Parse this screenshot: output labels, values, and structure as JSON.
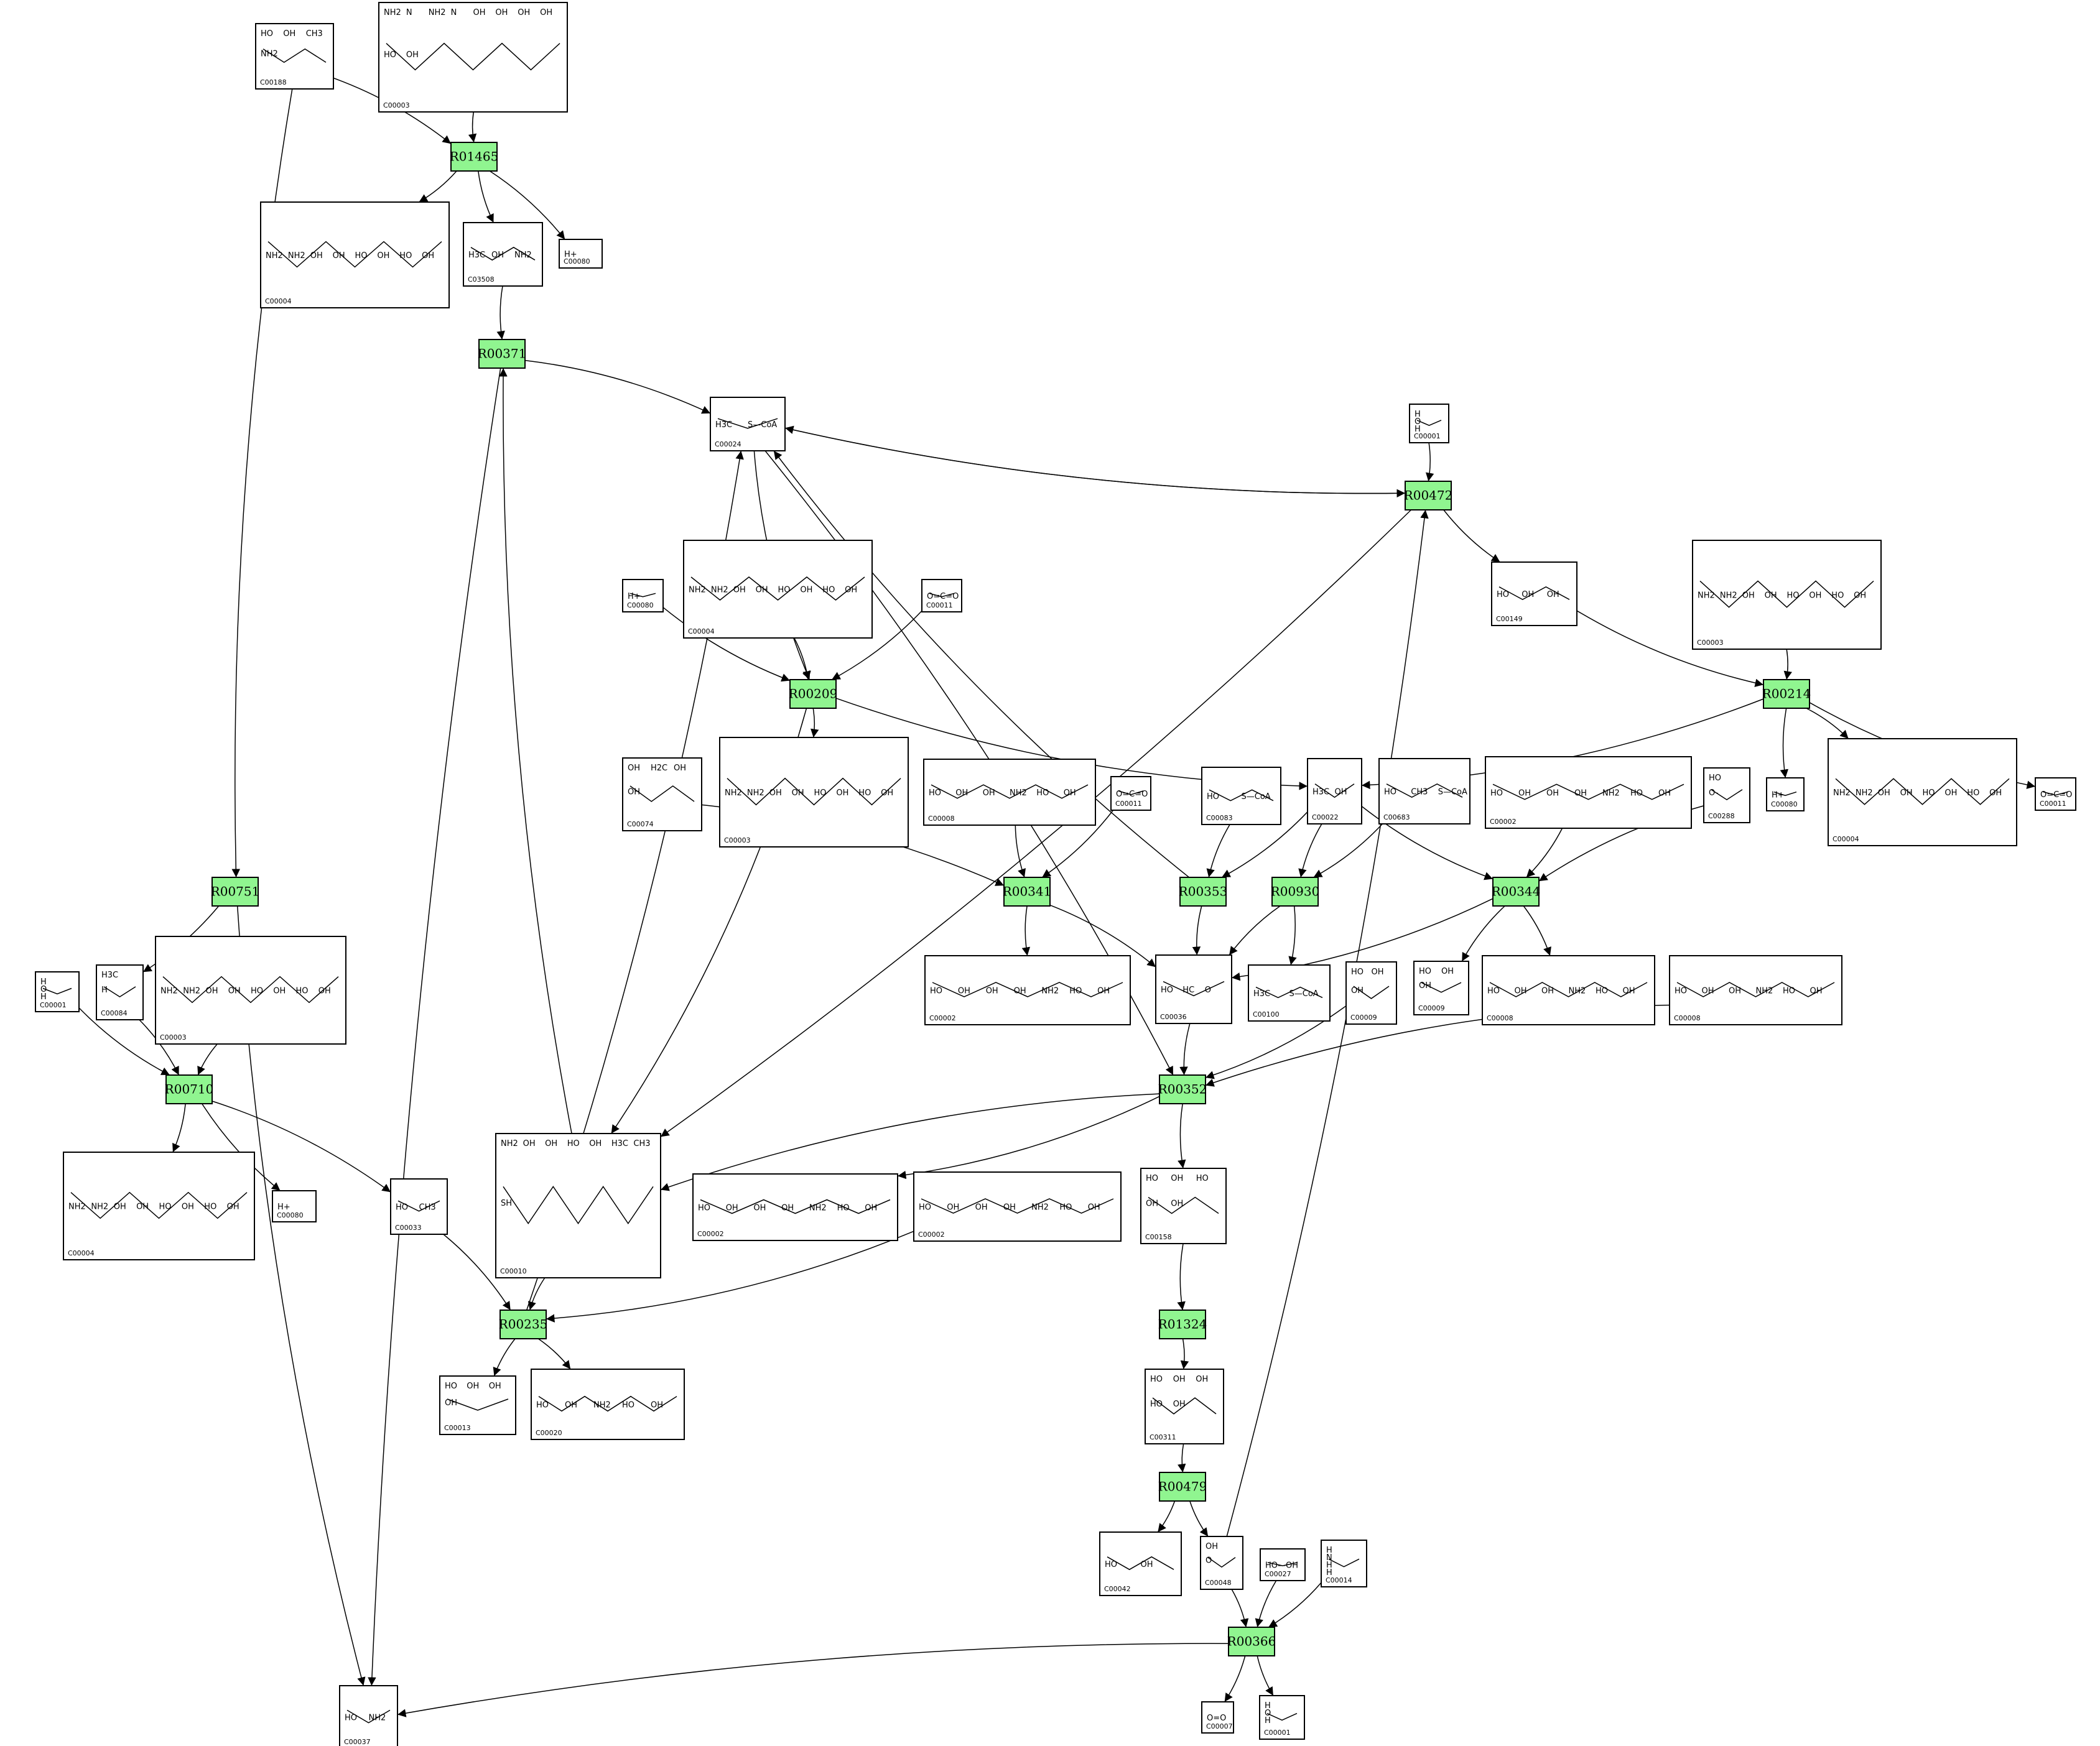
{
  "diagram": {
    "type": "metabolic-pathway",
    "reaction_color": "#90f590",
    "reactions": [
      "R01465",
      "R00371",
      "R00472",
      "R00209",
      "R00214",
      "R00751",
      "R00341",
      "R00353",
      "R00930",
      "R00344",
      "R00710",
      "R00352",
      "R00235",
      "R01324",
      "R00479",
      "R00366"
    ],
    "compounds": [
      {
        "id": "c188",
        "label": "C00188",
        "formula": [
          "HO",
          "OH",
          "CH3",
          "NH2"
        ]
      },
      {
        "id": "c003a",
        "label": "C00003",
        "formula": [
          "NH2",
          "N",
          "NH2",
          "N",
          "OH",
          "OH",
          "OH",
          "OH",
          "HO",
          "OH"
        ]
      },
      {
        "id": "c004a",
        "label": "C00004",
        "formula": [
          "NH2",
          "NH2",
          "OH",
          "OH",
          "HO",
          "OH",
          "HO",
          "OH"
        ]
      },
      {
        "id": "c3508",
        "label": "C03508",
        "formula": [
          "H3C",
          "OH",
          "NH2"
        ]
      },
      {
        "id": "c080a",
        "label": "C00080",
        "formula": [
          "H+"
        ]
      },
      {
        "id": "c024",
        "label": "C00024",
        "formula": [
          "H3C",
          "S—CoA"
        ]
      },
      {
        "id": "c001a",
        "label": "C00001",
        "formula": [
          "H",
          "O",
          "H"
        ]
      },
      {
        "id": "c004b",
        "label": "C00004",
        "formula": [
          "NH2",
          "NH2",
          "OH",
          "OH",
          "HO",
          "OH",
          "HO",
          "OH"
        ]
      },
      {
        "id": "c080b",
        "label": "C00080",
        "formula": [
          "H+"
        ]
      },
      {
        "id": "c011a",
        "label": "C00011",
        "formula": [
          "O=C=O"
        ]
      },
      {
        "id": "c149",
        "label": "C00149",
        "formula": [
          "HO",
          "OH",
          "OH"
        ]
      },
      {
        "id": "c003b",
        "label": "C00003",
        "formula": [
          "NH2",
          "NH2",
          "OH",
          "OH",
          "HO",
          "OH",
          "HO",
          "OH"
        ]
      },
      {
        "id": "c074",
        "label": "C00074",
        "formula": [
          "OH",
          "H2C",
          "OH",
          "OH"
        ]
      },
      {
        "id": "c003c",
        "label": "C00003",
        "formula": [
          "NH2",
          "NH2",
          "OH",
          "OH",
          "HO",
          "OH",
          "HO",
          "OH"
        ]
      },
      {
        "id": "c008a",
        "label": "C00008",
        "formula": [
          "HO",
          "OH",
          "OH",
          "NH2",
          "HO",
          "OH"
        ]
      },
      {
        "id": "c011b",
        "label": "C00011",
        "formula": [
          "O=C=O"
        ]
      },
      {
        "id": "c083",
        "label": "C00083",
        "formula": [
          "HO",
          "S—CoA"
        ]
      },
      {
        "id": "c022",
        "label": "C00022",
        "formula": [
          "H3C",
          "OH"
        ]
      },
      {
        "id": "c683",
        "label": "C00683",
        "formula": [
          "HO",
          "CH3",
          "S—CoA"
        ]
      },
      {
        "id": "c002a",
        "label": "C00002",
        "formula": [
          "HO",
          "OH",
          "OH",
          "OH",
          "NH2",
          "HO",
          "OH"
        ]
      },
      {
        "id": "c288",
        "label": "C00288",
        "formula": [
          "HO",
          "O-"
        ]
      },
      {
        "id": "c080c",
        "label": "C00080",
        "formula": [
          "H+"
        ]
      },
      {
        "id": "c004c",
        "label": "C00004",
        "formula": [
          "NH2",
          "NH2",
          "OH",
          "OH",
          "HO",
          "OH",
          "HO",
          "OH"
        ]
      },
      {
        "id": "c011c",
        "label": "C00011",
        "formula": [
          "O=C=O"
        ]
      },
      {
        "id": "c001b",
        "label": "C00001",
        "formula": [
          "H",
          "O",
          "H"
        ]
      },
      {
        "id": "c084",
        "label": "C00084",
        "formula": [
          "H3C",
          "H"
        ]
      },
      {
        "id": "c003d",
        "label": "C00003",
        "formula": [
          "NH2",
          "NH2",
          "OH",
          "OH",
          "HO",
          "OH",
          "HO",
          "OH"
        ]
      },
      {
        "id": "c002b",
        "label": "C00002",
        "formula": [
          "HO",
          "OH",
          "OH",
          "OH",
          "NH2",
          "HO",
          "OH"
        ]
      },
      {
        "id": "c036",
        "label": "C00036",
        "formula": [
          "HO",
          "HC",
          "O"
        ]
      },
      {
        "id": "c100",
        "label": "C00100",
        "formula": [
          "H3C",
          "S—CoA"
        ]
      },
      {
        "id": "c009a",
        "label": "C00009",
        "formula": [
          "HO",
          "OH",
          "OH"
        ]
      },
      {
        "id": "c009b",
        "label": "C00009",
        "formula": [
          "HO",
          "OH",
          "OH"
        ]
      },
      {
        "id": "c008b",
        "label": "C00008",
        "formula": [
          "HO",
          "OH",
          "OH",
          "NH2",
          "HO",
          "OH"
        ]
      },
      {
        "id": "c008c",
        "label": "C00008",
        "formula": [
          "HO",
          "OH",
          "OH",
          "NH2",
          "HO",
          "OH"
        ]
      },
      {
        "id": "c004d",
        "label": "C00004",
        "formula": [
          "NH2",
          "NH2",
          "OH",
          "OH",
          "HO",
          "OH",
          "HO",
          "OH"
        ]
      },
      {
        "id": "c080d",
        "label": "C00080",
        "formula": [
          "H+"
        ]
      },
      {
        "id": "c033",
        "label": "C00033",
        "formula": [
          "HO",
          "CH3"
        ]
      },
      {
        "id": "c010",
        "label": "C00010",
        "formula": [
          "NH2",
          "OH",
          "OH",
          "HO",
          "OH",
          "H3C",
          "CH3",
          "SH"
        ]
      },
      {
        "id": "c002c",
        "label": "C00002",
        "formula": [
          "HO",
          "OH",
          "OH",
          "OH",
          "NH2",
          "HO",
          "OH"
        ]
      },
      {
        "id": "c002d",
        "label": "C00002",
        "formula": [
          "HO",
          "OH",
          "OH",
          "OH",
          "NH2",
          "HO",
          "OH"
        ]
      },
      {
        "id": "c158",
        "label": "C00158",
        "formula": [
          "HO",
          "OH",
          "HO",
          "OH",
          "OH"
        ]
      },
      {
        "id": "c013",
        "label": "C00013",
        "formula": [
          "HO",
          "OH",
          "OH",
          "OH"
        ]
      },
      {
        "id": "c020",
        "label": "C00020",
        "formula": [
          "HO",
          "OH",
          "NH2",
          "HO",
          "OH"
        ]
      },
      {
        "id": "c311",
        "label": "C00311",
        "formula": [
          "HO",
          "OH",
          "OH",
          "HO",
          "OH"
        ]
      },
      {
        "id": "c042",
        "label": "C00042",
        "formula": [
          "HO",
          "OH"
        ]
      },
      {
        "id": "c048",
        "label": "C00048",
        "formula": [
          "OH",
          "O"
        ]
      },
      {
        "id": "c027",
        "label": "C00027",
        "formula": [
          "HO—OH"
        ]
      },
      {
        "id": "c014",
        "label": "C00014",
        "formula": [
          "H",
          "N",
          "H",
          "H"
        ]
      },
      {
        "id": "c037",
        "label": "C00037",
        "formula": [
          "HO",
          "NH2"
        ]
      },
      {
        "id": "c007",
        "label": "C00007",
        "formula": [
          "O=O"
        ]
      },
      {
        "id": "c001c",
        "label": "C00001",
        "formula": [
          "H",
          "O",
          "H"
        ]
      }
    ],
    "edges": [
      [
        "c188",
        "R01465"
      ],
      [
        "c003a",
        "R01465"
      ],
      [
        "R01465",
        "c004a"
      ],
      [
        "R01465",
        "c3508"
      ],
      [
        "R01465",
        "c080a"
      ],
      [
        "c3508",
        "R00371"
      ],
      [
        "R00371",
        "c024"
      ],
      [
        "R00371",
        "c037"
      ],
      [
        "c001a",
        "R00472"
      ],
      [
        "c024",
        "R00472"
      ],
      [
        "R00472",
        "c024"
      ],
      [
        "R00472",
        "c149"
      ],
      [
        "R00472",
        "c010"
      ],
      [
        "c048",
        "R00472"
      ],
      [
        "c004b",
        "R00209"
      ],
      [
        "c080b",
        "R00209"
      ],
      [
        "c011a",
        "R00209"
      ],
      [
        "c024",
        "R00209"
      ],
      [
        "R00209",
        "c003c"
      ],
      [
        "R00209",
        "c022"
      ],
      [
        "R00209",
        "c010"
      ],
      [
        "c149",
        "R00214"
      ],
      [
        "c003b",
        "R00214"
      ],
      [
        "R00214",
        "c080c"
      ],
      [
        "R00214",
        "c004c"
      ],
      [
        "R00214",
        "c011c"
      ],
      [
        "R00214",
        "c022"
      ],
      [
        "c188",
        "R00751"
      ],
      [
        "R00751",
        "c084"
      ],
      [
        "R00751",
        "c037"
      ],
      [
        "c074",
        "R00341"
      ],
      [
        "c008a",
        "R00341"
      ],
      [
        "c011b",
        "R00341"
      ],
      [
        "R00341",
        "c002b"
      ],
      [
        "R00341",
        "c036"
      ],
      [
        "c083",
        "R00353"
      ],
      [
        "c022",
        "R00353"
      ],
      [
        "R00353",
        "c036"
      ],
      [
        "R00353",
        "c024"
      ],
      [
        "c022",
        "R00930"
      ],
      [
        "c683",
        "R00930"
      ],
      [
        "R00930",
        "c036"
      ],
      [
        "R00930",
        "c100"
      ],
      [
        "c022",
        "R00344"
      ],
      [
        "c002a",
        "R00344"
      ],
      [
        "c288",
        "R00344"
      ],
      [
        "R00344",
        "c036"
      ],
      [
        "R00344",
        "c009b"
      ],
      [
        "R00344",
        "c008b"
      ],
      [
        "c001b",
        "R00710"
      ],
      [
        "c084",
        "R00710"
      ],
      [
        "c003d",
        "R00710"
      ],
      [
        "R00710",
        "c004d"
      ],
      [
        "R00710",
        "c080d"
      ],
      [
        "R00710",
        "c033"
      ],
      [
        "c036",
        "R00352"
      ],
      [
        "c009a",
        "R00352"
      ],
      [
        "c008c",
        "R00352"
      ],
      [
        "c024",
        "R00352"
      ],
      [
        "R00352",
        "c010"
      ],
      [
        "R00352",
        "c002c"
      ],
      [
        "R00352",
        "c158"
      ],
      [
        "c033",
        "R00235"
      ],
      [
        "c010",
        "R00235"
      ],
      [
        "c002d",
        "R00235"
      ],
      [
        "R00235",
        "c013"
      ],
      [
        "R00235",
        "c020"
      ],
      [
        "R00235",
        "c024"
      ],
      [
        "c010",
        "R00371"
      ],
      [
        "c158",
        "R01324"
      ],
      [
        "R01324",
        "c311"
      ],
      [
        "c311",
        "R00479"
      ],
      [
        "R00479",
        "c042"
      ],
      [
        "R00479",
        "c048"
      ],
      [
        "c048",
        "R00366"
      ],
      [
        "c027",
        "R00366"
      ],
      [
        "c014",
        "R00366"
      ],
      [
        "R00366",
        "c037"
      ],
      [
        "R00366",
        "c007"
      ],
      [
        "R00366",
        "c001c"
      ]
    ]
  }
}
